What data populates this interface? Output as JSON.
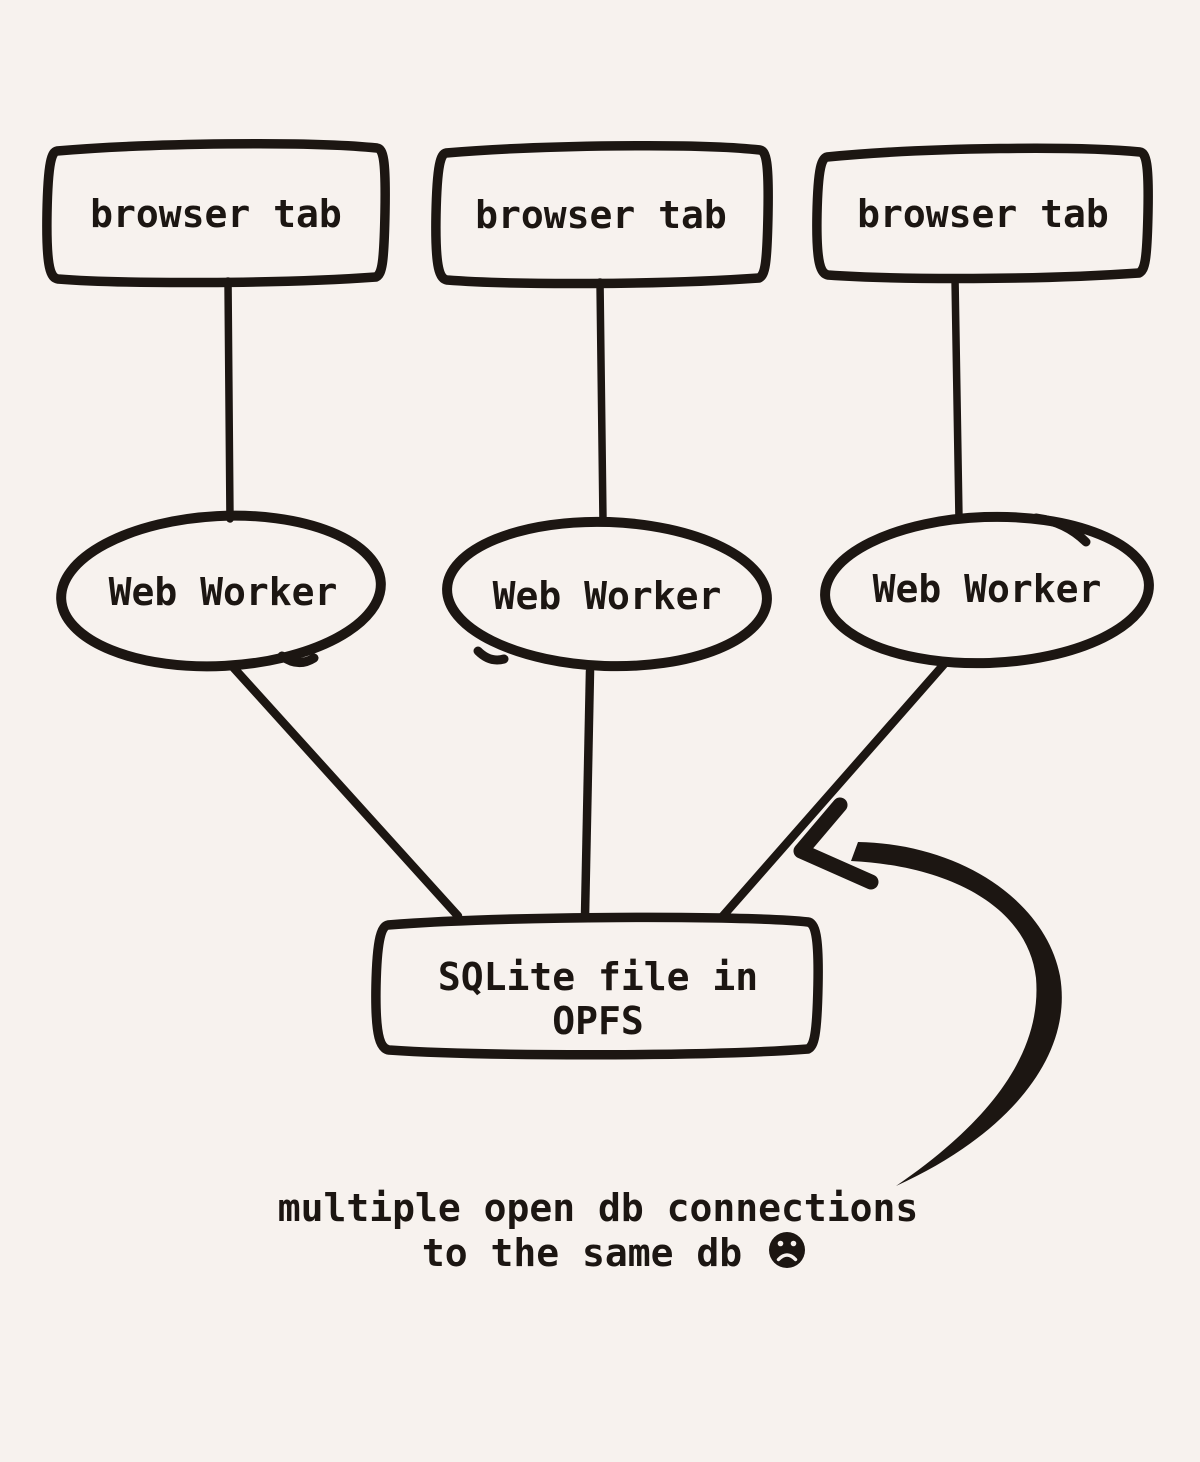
{
  "colors": {
    "background": "#f7f2ee",
    "ink": "#1c1612"
  },
  "diagram": {
    "browser_tabs": [
      {
        "label": "browser tab"
      },
      {
        "label": "browser tab"
      },
      {
        "label": "browser tab"
      }
    ],
    "web_workers": [
      {
        "label": "Web Worker"
      },
      {
        "label": "Web Worker"
      },
      {
        "label": "Web Worker"
      }
    ],
    "database": {
      "line1": "SQLite file in",
      "line2": "OPFS"
    },
    "caption": {
      "line1": "multiple open db connections",
      "line2": "to the same db",
      "face_icon": "frowning-face"
    }
  }
}
